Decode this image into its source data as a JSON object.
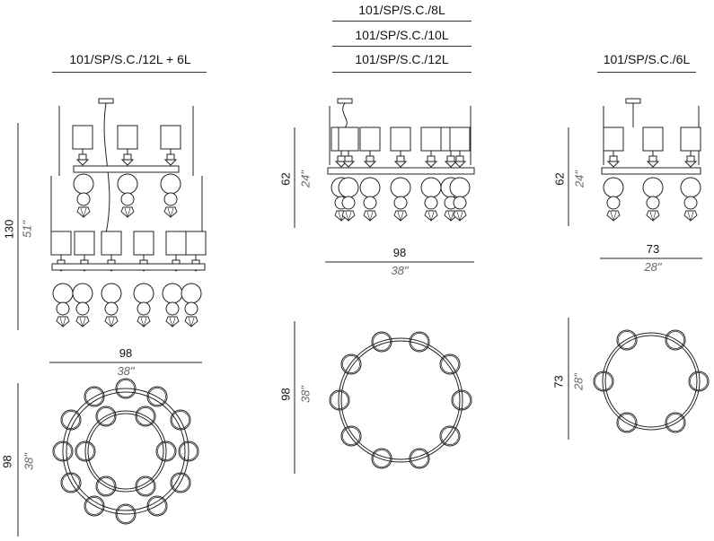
{
  "variants": [
    {
      "models": [
        "101/SP/S.C./12L + 6L"
      ],
      "height_cm": "130",
      "height_in": "51\"",
      "width_cm": "98",
      "width_in": "38\"",
      "plan_cm": "98",
      "plan_in": "38\""
    },
    {
      "models": [
        "101/SP/S.C./8L",
        "101/SP/S.C./10L",
        "101/SP/S.C./12L"
      ],
      "height_cm": "62",
      "height_in": "24\"",
      "width_cm": "98",
      "width_in": "38\"",
      "plan_cm": "98",
      "plan_in": "38\""
    },
    {
      "models": [
        "101/SP/S.C./6L"
      ],
      "height_cm": "62",
      "height_in": "24\"",
      "width_cm": "73",
      "width_in": "28\"",
      "plan_cm": "73",
      "plan_in": "28\""
    }
  ]
}
